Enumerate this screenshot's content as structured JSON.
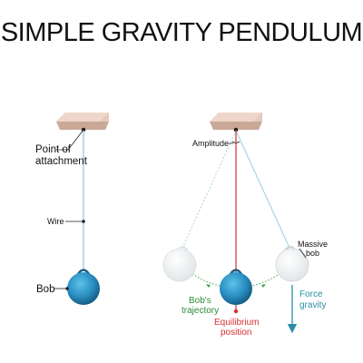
{
  "title": "SIMPLE GRAVITY PENDULUM",
  "labels": {
    "point_of_attachment_line1": "Point of",
    "point_of_attachment_line2": "attachment",
    "wire": "Wire",
    "bob": "Bob",
    "amplitude": "Amplitude",
    "massive_bob_line1": "Massive",
    "massive_bob_line2": "bob",
    "bobs_trajectory_line1": "Bob's",
    "bobs_trajectory_line2": "trajectory",
    "equilibrium_line1": "Equilibrium",
    "equilibrium_line2": "position",
    "force_gravity_line1": "Force",
    "force_gravity_line2": "gravity"
  },
  "colors": {
    "ceiling": "#e6c9bb",
    "ceiling_edge": "#c9a898",
    "wire": "#a9d4e6",
    "bob_dark": "#1b6f9c",
    "bob_light": "#4fb4de",
    "equilibrium": "#d9302c",
    "trajectory": "#3aa84a",
    "force": "#2a8fa6",
    "ghost_bob": "#eef1f2"
  }
}
